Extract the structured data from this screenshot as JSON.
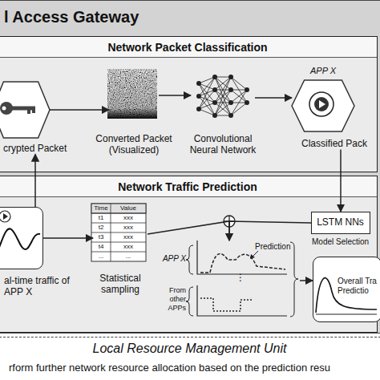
{
  "diagram": {
    "nodes": [
      {
        "text": [
          "l Access Gateway"
        ]
      },
      {
        "text": [
          "Network Packet Classification"
        ],
        "in": 0
      },
      {
        "text": [
          "crypted Packet"
        ],
        "in": 1
      },
      {
        "text": [
          "Converted Packet (Visualized)"
        ],
        "in": 1
      },
      {
        "text": [
          "Convolutional Neural Network"
        ],
        "in": 1
      },
      {
        "text": [
          "APP X",
          "Classified Pack"
        ],
        "in": 1
      },
      {
        "text": [
          "Network Traffic Prediction"
        ],
        "in": 0
      },
      {
        "text": [
          "al-time traffic of APP X"
        ],
        "in": 6
      },
      {
        "text": [
          "Statistical sampling"
        ],
        "in": 6
      },
      {
        "text": [
          "LSTM NNs",
          "Model Selection"
        ],
        "in": 6
      },
      {
        "text": [
          "Prediction"
        ],
        "in": 6
      },
      {
        "text": [
          "Overall Tra Predictio"
        ],
        "in": 6
      },
      {
        "text": [
          "Local Resource Management Unit",
          "rform further network resource allocation based on the prediction resu"
        ]
      }
    ],
    "edges": [
      {
        "from": 2,
        "to": 3,
        "arrow": "to"
      },
      {
        "from": 3,
        "to": 4,
        "arrow": "to"
      },
      {
        "from": 4,
        "to": 5,
        "arrow": "to"
      },
      {
        "from": 7,
        "to": 2,
        "arrow": "to"
      },
      {
        "from": 7,
        "to": 8,
        "arrow": "to"
      },
      {
        "from": 5,
        "to": 9,
        "arrow": "to"
      },
      {
        "from": 8,
        "to": 10,
        "arrow": "to"
      },
      {
        "from": 9,
        "to": 10,
        "arrow": "to"
      },
      {
        "from": 10,
        "to": 11,
        "arrow": "to"
      }
    ],
    "labels": [
      "Time",
      "Value",
      "t1",
      "xxx",
      "t2",
      "xxx",
      "t3",
      "xxx",
      "t4",
      "xxx",
      "...",
      "...",
      "APP X",
      "⋮",
      "From other APPs"
    ]
  }
}
